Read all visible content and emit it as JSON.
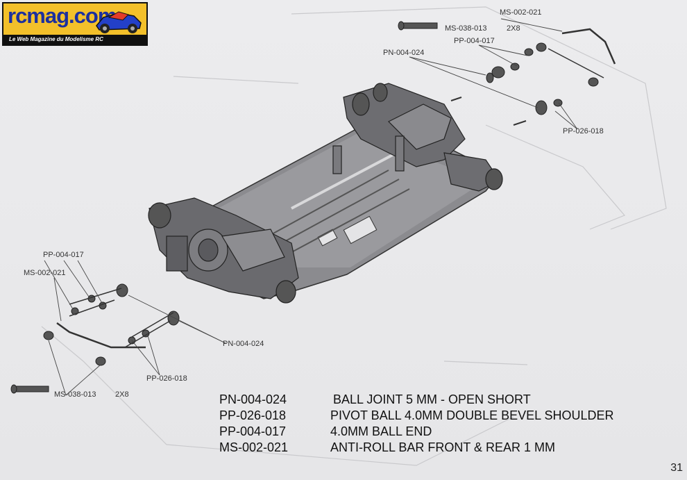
{
  "logo": {
    "name": "rcmag.com",
    "tagline": "Le Web Magazine du Modelisme RC"
  },
  "callouts": {
    "top_ms002021": "MS-002-021",
    "top_ms038013": "MS-038-013",
    "top_2x8": "2X8",
    "top_pp004017": "PP-004-017",
    "top_pn004024": "PN-004-024",
    "top_pp026018": "PP-026-018",
    "left_pp004017": "PP-004-017",
    "left_ms002021": "MS-002-021",
    "left_pn004024": "PN-004-024",
    "left_pp026018": "PP-026-018",
    "left_ms038013": "MS-038-013",
    "left_2x8": "2X8"
  },
  "legend": [
    {
      "code": "PN-004-024",
      "description": "BALL JOINT 5 MM - OPEN  SHORT"
    },
    {
      "code": "PP-026-018",
      "description": "PIVOT BALL 4.0MM DOUBLE BEVEL SHOULDER"
    },
    {
      "code": "PP-004-017",
      "description": "4.0MM BALL END"
    },
    {
      "code": "MS-002-021",
      "description": "ANTI-ROLL BAR FRONT & REAR 1 MM"
    }
  ],
  "page_number": "31"
}
